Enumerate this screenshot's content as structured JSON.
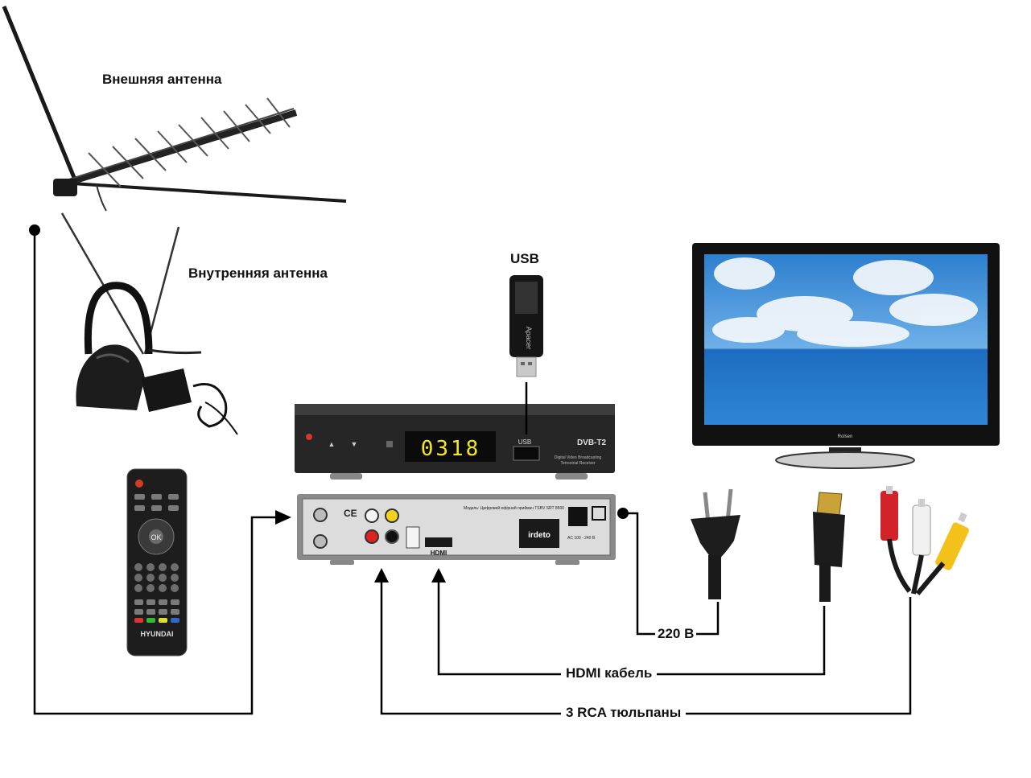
{
  "labels": {
    "outdoor_antenna": "Внешняя антенна",
    "indoor_antenna": "Внутренняя антенна",
    "usb": "USB",
    "power": "220 В",
    "hdmi_cable": "HDMI  кабель",
    "rca_cable": "3 RCA тюльпаны"
  },
  "receiver": {
    "display": "0318",
    "usb_port": "USB",
    "dvb_logo": "DVB-T2",
    "info_line1": "Digital Video Broadcasting",
    "info_line2": "Terrestrial Receiver",
    "rear_hdmi": "HDMI",
    "rear_model": "Модель: Цифровий ефірний приймач TSBV SRT 8500",
    "rear_security": "irdeto",
    "rear_power": "AC 100 - 240 В"
  },
  "remote": {
    "brand": "HYUNDAI",
    "ok": "OK"
  },
  "usb_stick": {
    "brand": "Apacer"
  },
  "tv": {
    "brand": "Rolsen"
  },
  "colors": {
    "wire": "#000000",
    "tv_frame": "#111111",
    "sky": "#3f8fd6",
    "sea": "#1f6fc4",
    "display": "#f4e81a"
  }
}
